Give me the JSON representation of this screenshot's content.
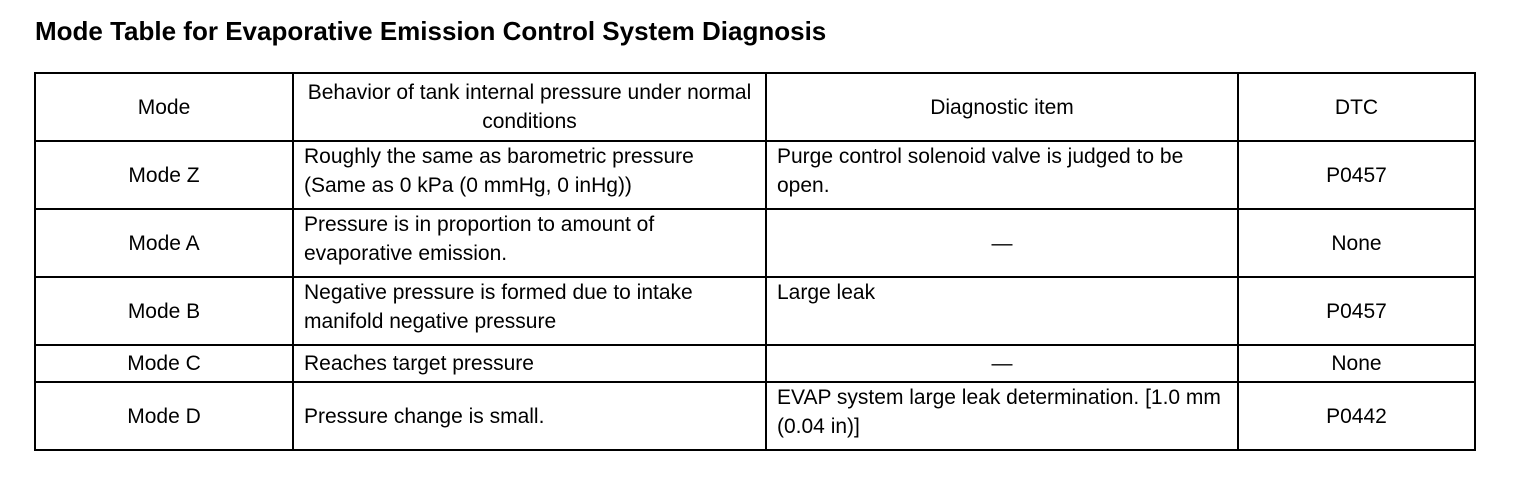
{
  "document": {
    "title": "Mode Table for Evaporative Emission Control System Diagnosis"
  },
  "table": {
    "headers": {
      "mode": "Mode",
      "behavior": "Behavior of tank internal pressure under normal conditions",
      "diagnostic": "Diagnostic item",
      "dtc": "DTC"
    },
    "rows": [
      {
        "mode": "Mode Z",
        "behavior": "Roughly the same as barometric pressure (Same as 0 kPa (0 mmHg, 0 inHg))",
        "diagnostic": "Purge control solenoid valve is judged to be open.",
        "dtc": "P0457"
      },
      {
        "mode": "Mode A",
        "behavior": "Pressure is in proportion to amount of evaporative emission.",
        "diagnostic": "—",
        "dtc": "None"
      },
      {
        "mode": "Mode B",
        "behavior": "Negative pressure is formed due to intake manifold negative pressure",
        "diagnostic": "Large leak",
        "dtc": "P0457"
      },
      {
        "mode": "Mode C",
        "behavior": "Reaches target pressure",
        "diagnostic": "—",
        "dtc": "None"
      },
      {
        "mode": "Mode D",
        "behavior": "Pressure change is small.",
        "diagnostic": "EVAP system large leak determination. [1.0 mm (0.04 in)]",
        "dtc": "P0442"
      }
    ]
  }
}
